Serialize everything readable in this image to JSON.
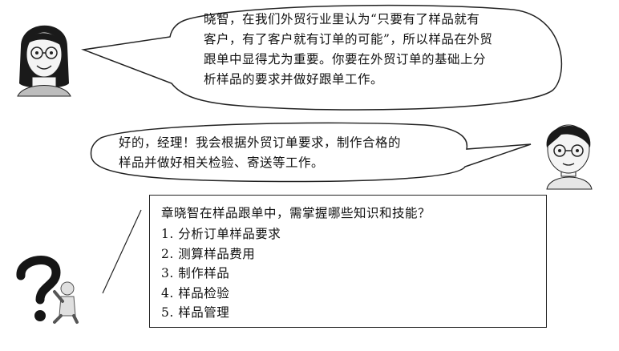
{
  "dialogue": {
    "manager": {
      "lines": [
        "晓智，在我们外贸行业里认为“只要有了样品就有",
        "客户，有了客户就有订单的可能”，所以样品在外贸",
        "跟单中显得尤为重要。你要在外贸订单的基础上分",
        "析样品的要求并做好跟单工作。"
      ]
    },
    "staff": {
      "lines": [
        "好的，经理！我会根据外贸订单要求，制作合格的",
        "样品并做好相关检验、寄送等工作。"
      ]
    }
  },
  "question": {
    "title": "章晓智在样品跟单中，需掌握哪些知识和技能？",
    "items": [
      "1.  分析订单样品要求",
      "2.  测算样品费用",
      "3.  制作样品",
      "4.  样品检验",
      "5.  样品管理"
    ]
  },
  "colors": {
    "outline": "#222222",
    "skin": "#f4f4f4",
    "hair": "#1a1a1a",
    "figure_gray": "#e0e0e0"
  },
  "icons": {
    "manager": "woman-avatar-icon",
    "staff": "man-avatar-icon",
    "thinker": "question-mark-thinker-icon"
  }
}
